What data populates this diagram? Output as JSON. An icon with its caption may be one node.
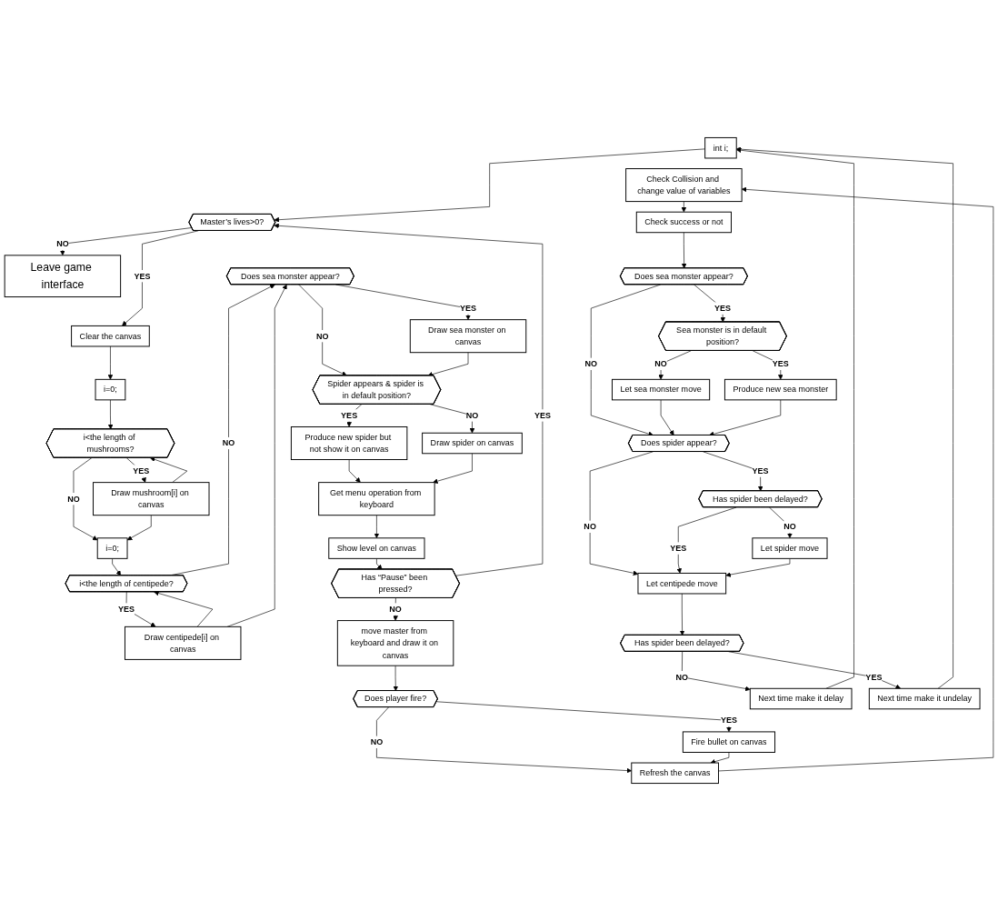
{
  "diagram": {
    "nodes": [
      {
        "text": [
          "int i;"
        ]
      },
      {
        "text": [
          "Master’s lives>0?"
        ]
      },
      {
        "text": [
          "Leave game interface"
        ]
      },
      {
        "text": [
          "Clear the canvas"
        ]
      },
      {
        "text": [
          "i=0;"
        ]
      },
      {
        "text": [
          "i<the length of mushrooms?"
        ]
      },
      {
        "text": [
          "Draw mushroom[i] on canvas"
        ]
      },
      {
        "text": [
          "i=0;"
        ]
      },
      {
        "text": [
          "i<the length of centipede?"
        ]
      },
      {
        "text": [
          "Draw centipede[i] on canvas"
        ]
      },
      {
        "text": [
          "Does sea monster appear?"
        ]
      },
      {
        "text": [
          "Draw sea monster on canvas"
        ]
      },
      {
        "text": [
          "Spider appears & spider is in default position?"
        ]
      },
      {
        "text": [
          "Produce new spider but not show it on canvas"
        ]
      },
      {
        "text": [
          "Draw spider on canvas"
        ]
      },
      {
        "text": [
          "Get menu operation from keyboard"
        ]
      },
      {
        "text": [
          "Show level on canvas"
        ]
      },
      {
        "text": [
          "Has “Pause” been pressed?"
        ]
      },
      {
        "text": [
          "move master from keyboard and draw it on canvas"
        ]
      },
      {
        "text": [
          "Does player fire?"
        ]
      },
      {
        "text": [
          "Fire bullet on canvas"
        ]
      },
      {
        "text": [
          "Refresh the canvas"
        ]
      },
      {
        "text": [
          "Check Collision and change value of variables"
        ]
      },
      {
        "text": [
          "Check success or not"
        ]
      },
      {
        "text": [
          "Does sea monster appear?"
        ]
      },
      {
        "text": [
          "Sea monster is in default position?"
        ]
      },
      {
        "text": [
          "Let sea monster move"
        ]
      },
      {
        "text": [
          "Produce new sea monster"
        ]
      },
      {
        "text": [
          "Does spider appear?"
        ]
      },
      {
        "text": [
          "Has spider been delayed?"
        ]
      },
      {
        "text": [
          "Let spider move"
        ]
      },
      {
        "text": [
          "Let centipede move"
        ]
      },
      {
        "text": [
          "Has spider been delayed?"
        ]
      },
      {
        "text": [
          "Next time make it delay"
        ]
      },
      {
        "text": [
          "Next time make it undelay"
        ]
      }
    ],
    "edges": [
      {
        "from": 0,
        "to": 1,
        "arrow": "to"
      },
      {
        "from": 1,
        "to": 2,
        "arrow": "to",
        "label": "NO"
      },
      {
        "from": 1,
        "to": 3,
        "arrow": "to",
        "label": "YES"
      },
      {
        "from": 3,
        "to": 4,
        "arrow": "to"
      },
      {
        "from": 4,
        "to": 5,
        "arrow": "to"
      },
      {
        "from": 5,
        "to": 6,
        "arrow": "to",
        "label": "YES"
      },
      {
        "from": 6,
        "to": 5,
        "arrow": "to"
      },
      {
        "from": 5,
        "to": 7,
        "arrow": "to",
        "label": "NO"
      },
      {
        "from": 6,
        "to": 7,
        "arrow": "to"
      },
      {
        "from": 7,
        "to": 8,
        "arrow": "to"
      },
      {
        "from": 8,
        "to": 9,
        "arrow": "to",
        "label": "YES"
      },
      {
        "from": 9,
        "to": 8,
        "arrow": "to"
      },
      {
        "from": 8,
        "to": 10,
        "arrow": "to",
        "label": "NO"
      },
      {
        "from": 9,
        "to": 10,
        "arrow": "to"
      },
      {
        "from": 10,
        "to": 11,
        "arrow": "to",
        "label": "YES"
      },
      {
        "from": 10,
        "to": 12,
        "arrow": "to",
        "label": "NO"
      },
      {
        "from": 11,
        "to": 12,
        "arrow": "to"
      },
      {
        "from": 12,
        "to": 13,
        "arrow": "to",
        "label": "YES"
      },
      {
        "from": 12,
        "to": 14,
        "arrow": "to",
        "label": "NO"
      },
      {
        "from": 13,
        "to": 15,
        "arrow": "to"
      },
      {
        "from": 14,
        "to": 15,
        "arrow": "to"
      },
      {
        "from": 15,
        "to": 16,
        "arrow": "to"
      },
      {
        "from": 16,
        "to": 17,
        "arrow": "to"
      },
      {
        "from": 17,
        "to": 1,
        "arrow": "to",
        "label": "YES"
      },
      {
        "from": 17,
        "to": 18,
        "arrow": "to",
        "label": "NO"
      },
      {
        "from": 18,
        "to": 19,
        "arrow": "to"
      },
      {
        "from": 19,
        "to": 20,
        "arrow": "to",
        "label": "YES"
      },
      {
        "from": 19,
        "to": 21,
        "arrow": "to",
        "label": "NO"
      },
      {
        "from": 20,
        "to": 21,
        "arrow": "to"
      },
      {
        "from": 21,
        "to": 22,
        "arrow": "to"
      },
      {
        "from": 22,
        "to": 23,
        "arrow": "to"
      },
      {
        "from": 23,
        "to": 24,
        "arrow": "to"
      },
      {
        "from": 24,
        "to": 25,
        "arrow": "to",
        "label": "YES"
      },
      {
        "from": 24,
        "to": 28,
        "arrow": "to",
        "label": "NO"
      },
      {
        "from": 25,
        "to": 27,
        "arrow": "to",
        "label": "YES"
      },
      {
        "from": 25,
        "to": 26,
        "arrow": "to",
        "label": "NO"
      },
      {
        "from": 26,
        "to": 28,
        "arrow": "to"
      },
      {
        "from": 27,
        "to": 28,
        "arrow": "to"
      },
      {
        "from": 28,
        "to": 29,
        "arrow": "to",
        "label": "YES"
      },
      {
        "from": 28,
        "to": 31,
        "arrow": "to",
        "label": "NO"
      },
      {
        "from": 29,
        "to": 30,
        "arrow": "to",
        "label": "NO"
      },
      {
        "from": 29,
        "to": 31,
        "arrow": "to",
        "label": "YES"
      },
      {
        "from": 30,
        "to": 31,
        "arrow": "to"
      },
      {
        "from": 31,
        "to": 32,
        "arrow": "to"
      },
      {
        "from": 32,
        "to": 33,
        "arrow": "to",
        "label": "NO"
      },
      {
        "from": 32,
        "to": 34,
        "arrow": "to",
        "label": "YES"
      },
      {
        "from": 33,
        "to": 0,
        "arrow": "to"
      },
      {
        "from": 34,
        "to": 0,
        "arrow": "to"
      }
    ]
  }
}
